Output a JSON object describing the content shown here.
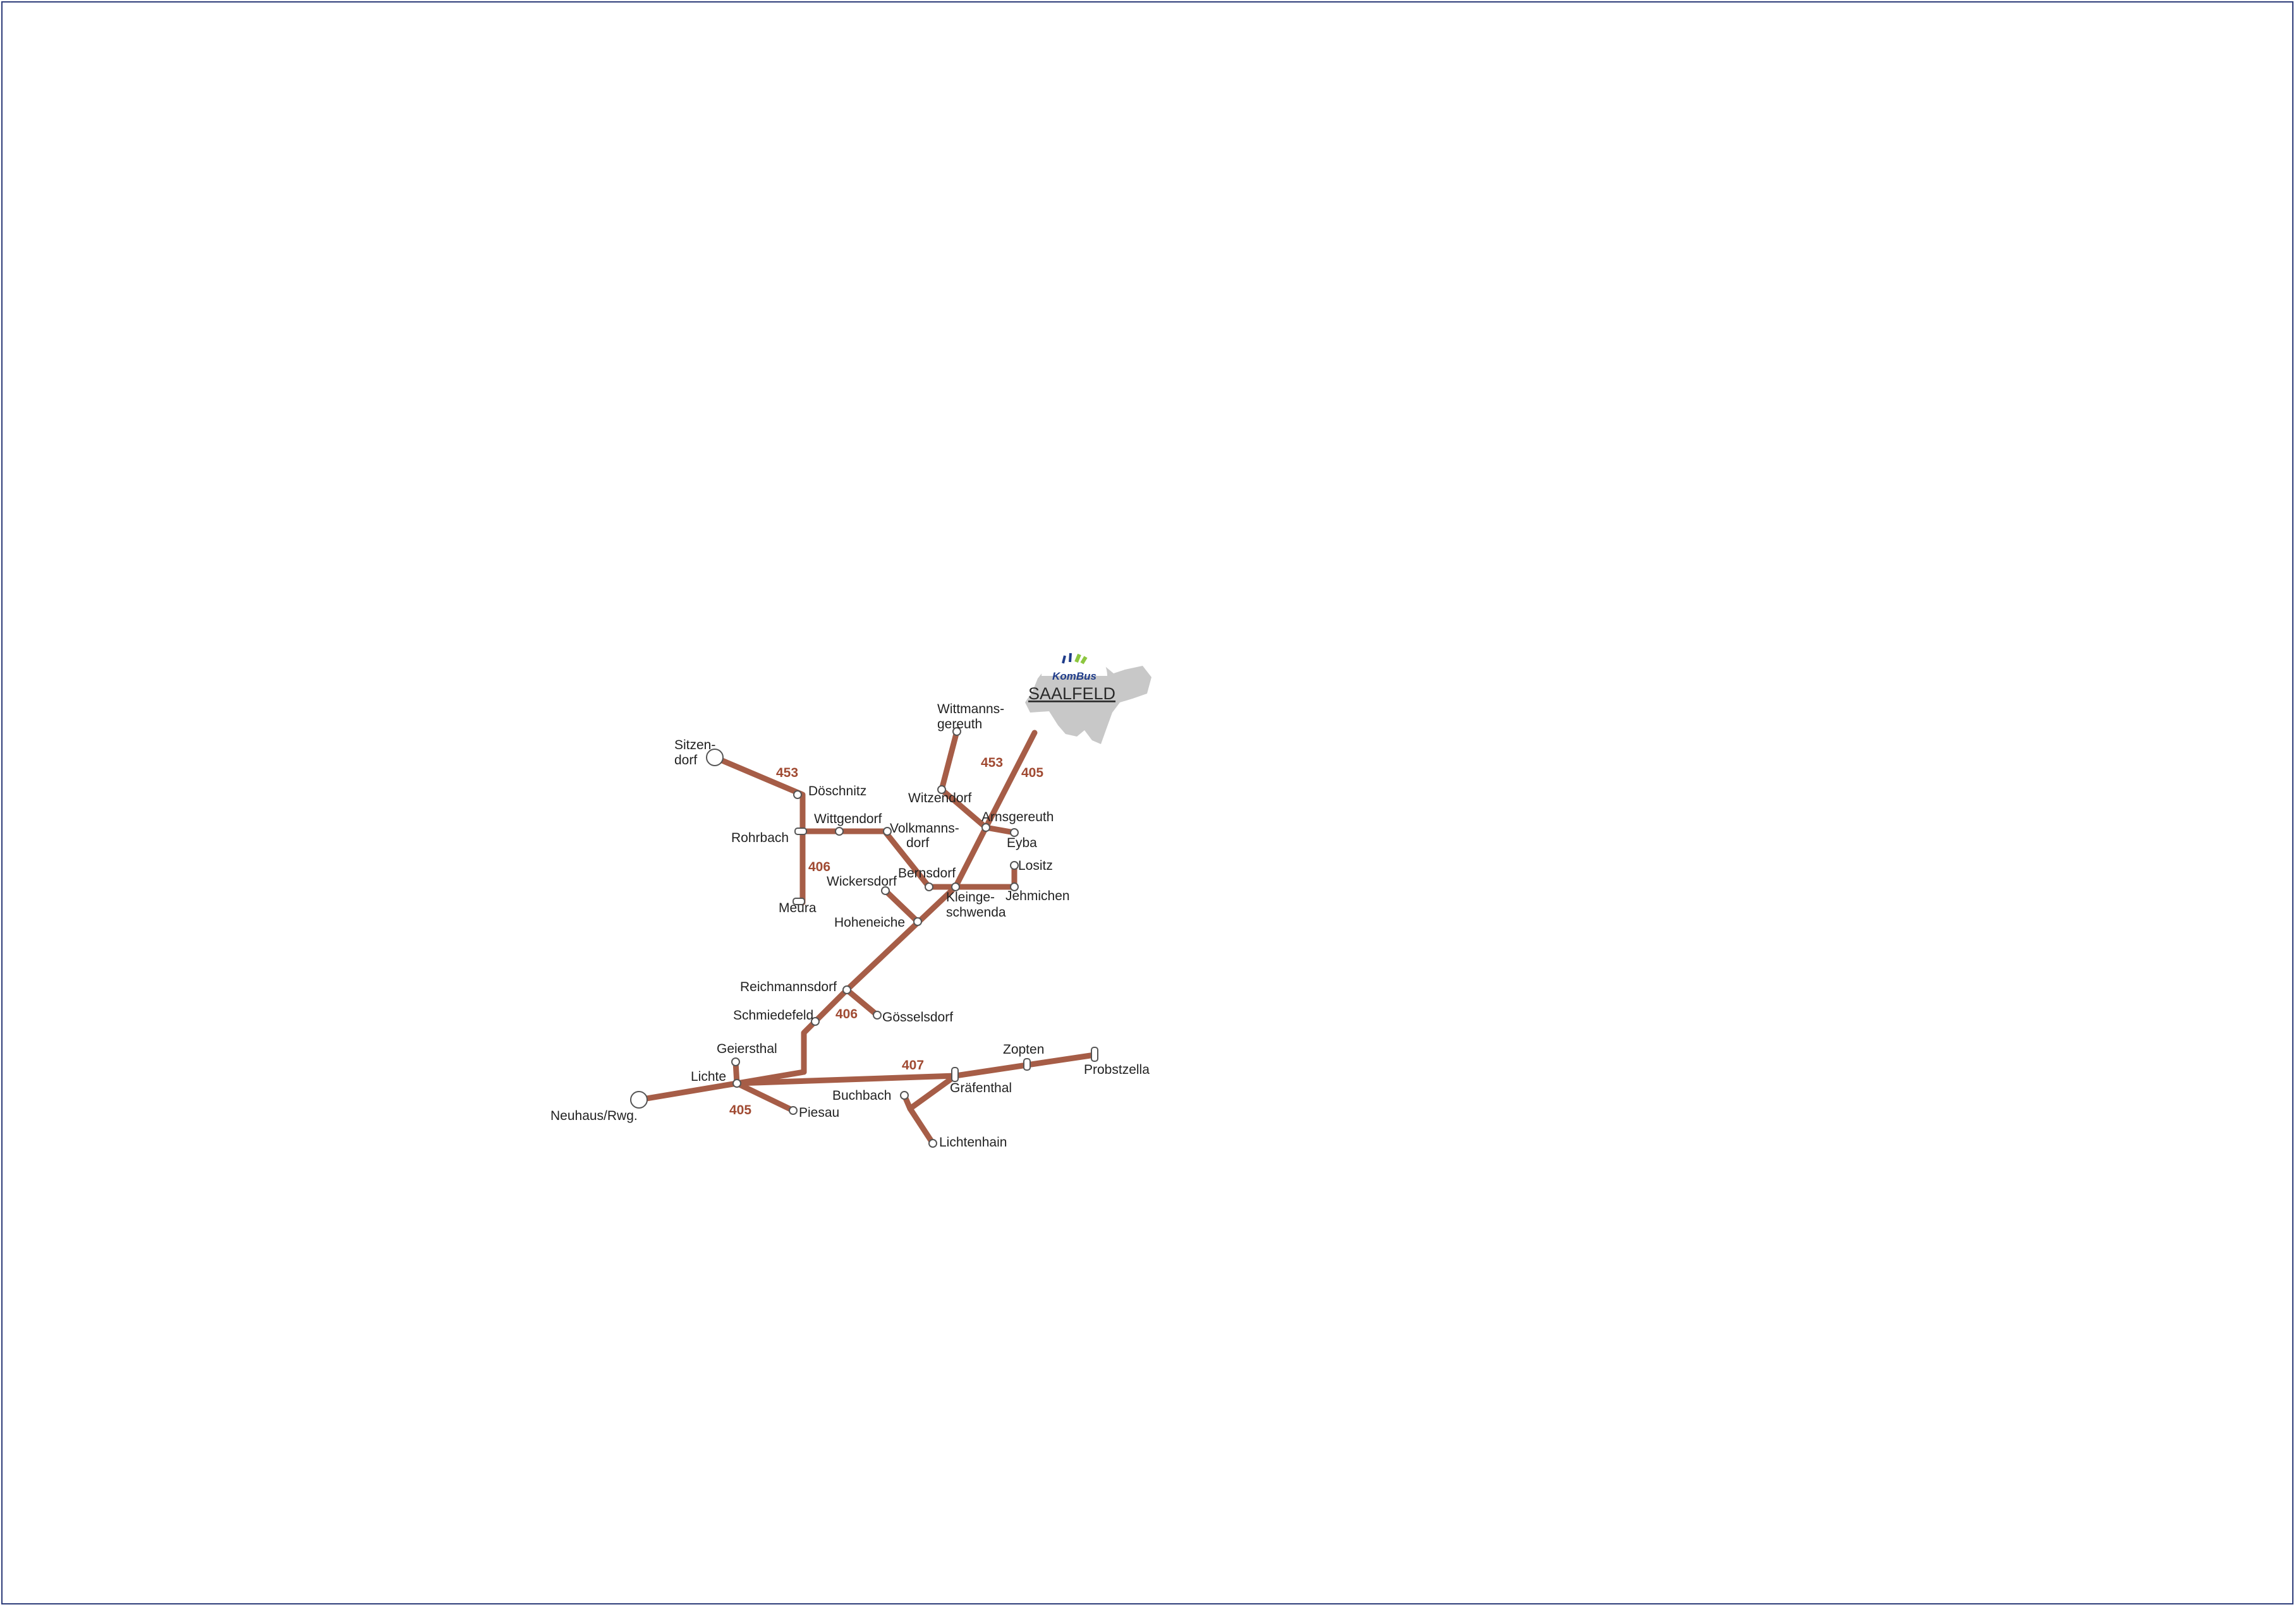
{
  "colors": {
    "route": "#a65d47",
    "route_number": "#a04a32",
    "stop_fill": "#ffffff",
    "stop_stroke": "#555555",
    "city_area": "#c8c8c8",
    "frame": "#2e3d7a",
    "brand_blue": "#1f3c8a",
    "brand_green": "#8cc63f"
  },
  "city": {
    "name": "SAALFELD",
    "logo_text": "KomBus",
    "icon": "city-area-shape"
  },
  "stops": {
    "sitzendorf_1": "Sitzen-",
    "sitzendorf_2": "dorf",
    "doeschnitz": "Döschnitz",
    "rohrbach": "Rohrbach",
    "wittgendorf": "Wittgendorf",
    "volkmannsdorf_1": "Volkmanns-",
    "volkmannsdorf_2": "dorf",
    "meura": "Meura",
    "wittmannsgereuth_1": "Wittmanns-",
    "wittmannsgereuth_2": "gereuth",
    "witzendorf": "Witzendorf",
    "arnsgereuth": "Arnsgereuth",
    "eyba": "Eyba",
    "lositz": "Lositz",
    "jehmichen": "Jehmichen",
    "bernsdorf": "Bernsdorf",
    "wickersdorf": "Wickersdorf",
    "kleingeschwenda_1": "Kleinge-",
    "kleingeschwenda_2": "schwenda",
    "hoheneiche": "Hoheneiche",
    "reichmannsdorf": "Reichmannsdorf",
    "schmiedefeld": "Schmiedefeld",
    "goesselsdorf": "Gösselsdorf",
    "geiersthal": "Geiersthal",
    "lichte": "Lichte",
    "neuhaus": "Neuhaus/Rwg.",
    "piesau": "Piesau",
    "zopten": "Zopten",
    "probstzella": "Probstzella",
    "graefenthal": "Gräfenthal",
    "buchbach": "Buchbach",
    "lichtenhain": "Lichtenhain"
  },
  "routes": {
    "r453a": "453",
    "r453b": "453",
    "r405a": "405",
    "r405b": "405",
    "r406a": "406",
    "r406b": "406",
    "r407": "407"
  }
}
